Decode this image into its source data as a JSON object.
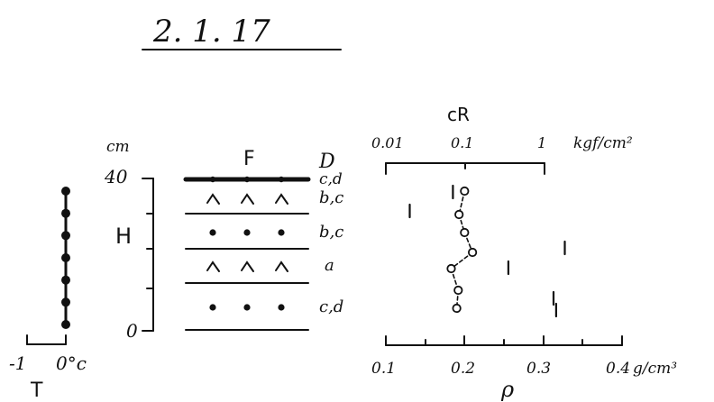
{
  "header": {
    "date": "2. 1. 17"
  },
  "temperature": {
    "axis_symbol": "T",
    "tick_labels": [
      "-1",
      "0°c"
    ],
    "points_count": 7
  },
  "profile": {
    "depth_unit": "cm",
    "depth_ticks": [
      "40",
      "0"
    ],
    "depth_symbol": "H",
    "column_f_header": "F",
    "column_d_header": "D",
    "layers": [
      {
        "grain": "dot-line",
        "d_label": "c,d"
      },
      {
        "grain": "caret",
        "d_label": "b,c"
      },
      {
        "grain": "dot",
        "d_label": "b,c"
      },
      {
        "grain": "caret",
        "d_label": "a"
      },
      {
        "grain": "dot",
        "d_label": "c,d"
      }
    ]
  },
  "chart_data": {
    "type": "scatter",
    "hardness": {
      "title": "cR",
      "unit": "kgf/cm²",
      "scale": "log",
      "tick_labels": [
        "0.01",
        "0.1",
        "1"
      ],
      "values": [
        0.07,
        0.02,
        1.8,
        0.35,
        1.3,
        1.4
      ]
    },
    "density": {
      "symbol": "ρ",
      "unit": "g/cm³",
      "tick_labels": [
        "0.1",
        "0.2",
        "0.3",
        "0.4"
      ],
      "values": [
        0.2,
        0.193,
        0.2,
        0.21,
        0.183,
        0.192,
        0.19
      ]
    }
  }
}
